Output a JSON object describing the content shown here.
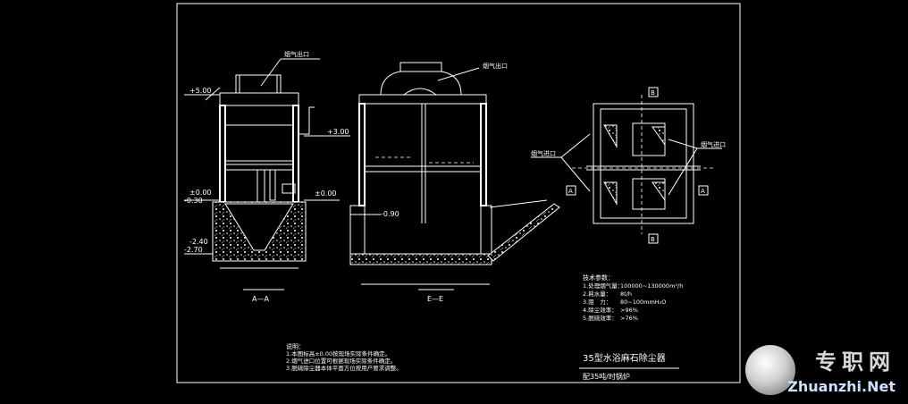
{
  "sections": {
    "aa": "A—A",
    "ee": "E—E"
  },
  "labels": {
    "smoke_out_aa": "烟气出口",
    "smoke_out_ee": "烟气出口",
    "smoke_in_plan_left": "烟气进口",
    "smoke_in_plan_right": "烟气进口"
  },
  "elevations": {
    "e500": "+5.00",
    "e300": "+3.00",
    "e000_left": "±0.00",
    "e030": "-0.30",
    "e000_mid": "±0.00",
    "e240": "-2.40",
    "e270": "-2.70",
    "e090": "-0.90"
  },
  "plan_marks": {
    "b_top": "B",
    "b_bottom": "B",
    "a_left": "A",
    "a_right": "A"
  },
  "tech": {
    "heading": "技术参数：",
    "rows": [
      {
        "k": "1.处理烟气量：",
        "v": "100000~130000m³/h"
      },
      {
        "k": "2.耗水量：",
        "v": "8t/h"
      },
      {
        "k": "3.阻　力：",
        "v": "80~100mmH₂O"
      },
      {
        "k": "4.除尘效率：",
        "v": ">96%"
      },
      {
        "k": "5.脱硫效率：",
        "v": ">76%"
      }
    ]
  },
  "notes": {
    "heading": "说明：",
    "lines": [
      "1.本图标高±0.00按现场实际条件确定。",
      "2.烟气进口位置可根据现场实际条件确定。",
      "3.脱硫除尘器本体平面方位按用户要求调整。"
    ]
  },
  "title": "35型水浴麻石除尘器",
  "subtitle": "配35吨/时锅炉",
  "watermark": {
    "cn": "专职网",
    "en": "Zhuanzhi.Net"
  }
}
